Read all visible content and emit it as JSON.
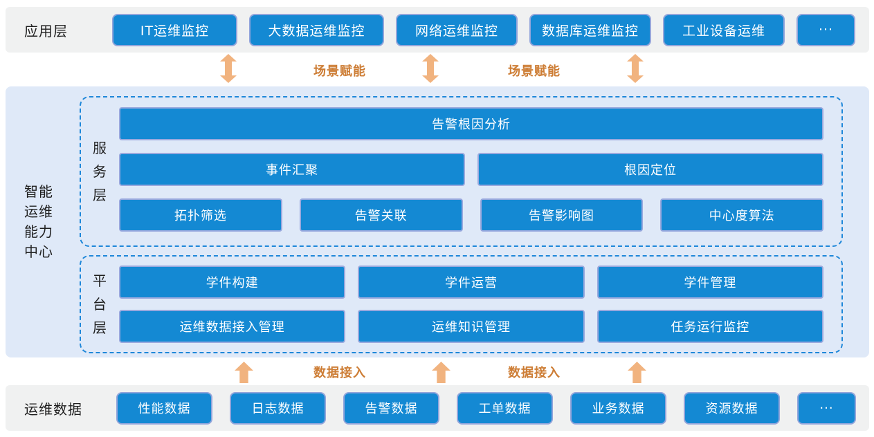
{
  "colors": {
    "box_blue": "#1489d3",
    "box_border": "#93a5db",
    "band_bg": "#f0f1f1",
    "panel_bg": "#dfe9f8",
    "dashed_border": "#1e87d9",
    "arrow_orange": "#f1b37f",
    "flow_label_orange": "#cd7d35",
    "text_dark": "#1f1f1f"
  },
  "app_layer": {
    "label": "应用层",
    "items": [
      "IT运维监控",
      "大数据运维监控",
      "网络运维监控",
      "数据库运维监控",
      "工业设备运维",
      "···"
    ]
  },
  "scene_flow": {
    "labels": [
      "场景赋能",
      "场景赋能"
    ]
  },
  "center": {
    "label": "智能运维能力中心",
    "label_lines": [
      "智能",
      "运维",
      "能力",
      "中心"
    ],
    "service": {
      "label": "服务层",
      "label_chars": [
        "服",
        "务",
        "层"
      ],
      "row1": [
        "告警根因分析"
      ],
      "row2": [
        "事件汇聚",
        "根因定位"
      ],
      "row3": [
        "拓扑筛选",
        "告警关联",
        "告警影响图",
        "中心度算法"
      ]
    },
    "platform": {
      "label": "平台层",
      "label_chars": [
        "平",
        "台",
        "层"
      ],
      "row1": [
        "学件构建",
        "学件运营",
        "学件管理"
      ],
      "row2": [
        "运维数据接入管理",
        "运维知识管理",
        "任务运行监控"
      ]
    }
  },
  "data_flow": {
    "labels": [
      "数据接入",
      "数据接入"
    ]
  },
  "data_layer": {
    "label": "运维数据",
    "items": [
      "性能数据",
      "日志数据",
      "告警数据",
      "工单数据",
      "业务数据",
      "资源数据",
      "···"
    ]
  }
}
